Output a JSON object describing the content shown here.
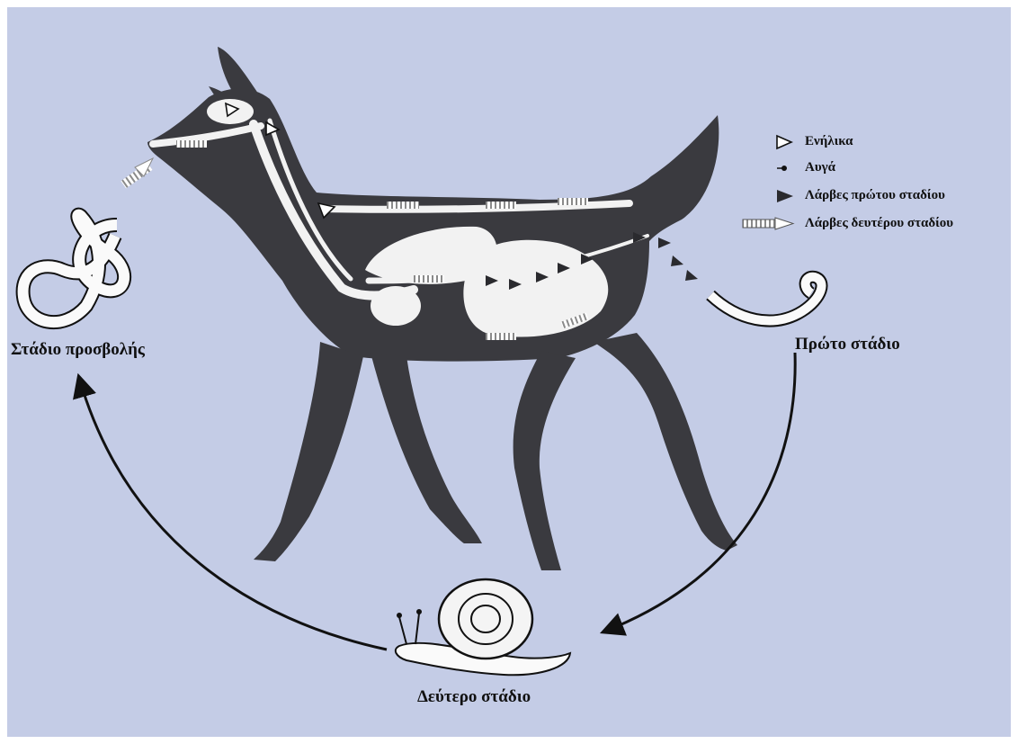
{
  "diagram": {
    "background_color": "#c4cce6",
    "host_color": "#3a3a3f",
    "stages": {
      "infective": "Στάδιο προσβολής",
      "first": "Πρώτο στάδιο",
      "second": "Δεύτερο στάδιο"
    },
    "legend": [
      {
        "icon": "hollow-triangle-icon",
        "label": "Ενήλικα"
      },
      {
        "icon": "egg-dot-icon",
        "label": "Αυγά"
      },
      {
        "icon": "dark-triangle-icon",
        "label": "Λάρβες πρώτου σταδίου"
      },
      {
        "icon": "striped-arrow-icon",
        "label": "Λάρβες δευτέρου σταδίου"
      }
    ]
  }
}
